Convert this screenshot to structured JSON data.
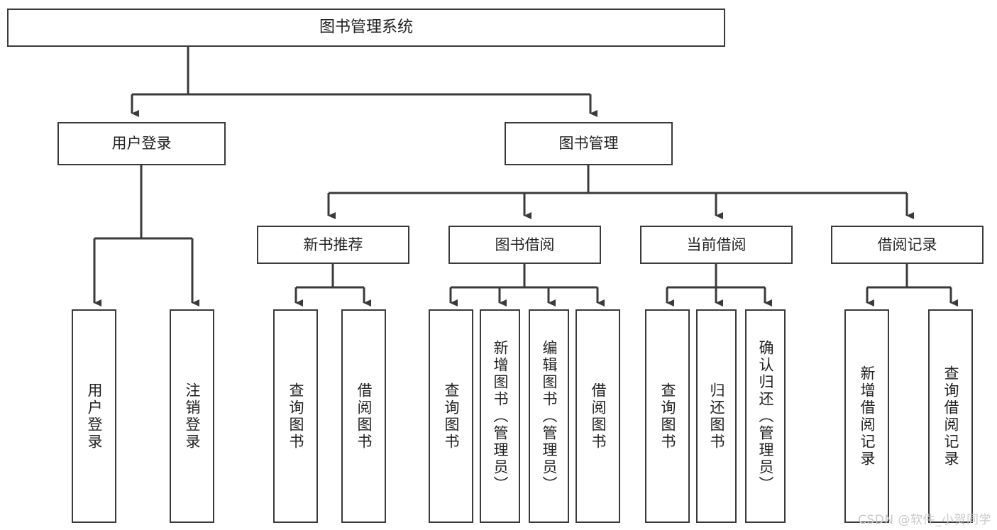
{
  "diagram": {
    "type": "tree-hierarchy-chart",
    "title": "图书管理系统",
    "root": {
      "label": "图书管理系统"
    },
    "level2": [
      {
        "id": "user-login",
        "label": "用户登录"
      },
      {
        "id": "book-management",
        "label": "图书管理"
      }
    ],
    "level3": [
      {
        "id": "new-book-recommend",
        "label": "新书推荐",
        "parent": "book-management"
      },
      {
        "id": "book-borrow",
        "label": "图书借阅",
        "parent": "book-management"
      },
      {
        "id": "current-borrow",
        "label": "当前借阅",
        "parent": "book-management"
      },
      {
        "id": "borrow-record",
        "label": "借阅记录",
        "parent": "book-management"
      }
    ],
    "leaves": [
      {
        "id": "leaf-user-login",
        "label": "用户登录",
        "parent": "user-login"
      },
      {
        "id": "leaf-user-logout",
        "label": "注销登录",
        "parent": "user-login"
      },
      {
        "id": "leaf-query-book-1",
        "label": "查询图书",
        "parent": "new-book-recommend"
      },
      {
        "id": "leaf-borrow-book-1",
        "label": "借阅图书",
        "parent": "new-book-recommend"
      },
      {
        "id": "leaf-query-book-2",
        "label": "查询图书",
        "parent": "book-borrow"
      },
      {
        "id": "leaf-add-book",
        "label": "新增图书（管理员）",
        "parent": "book-borrow"
      },
      {
        "id": "leaf-edit-book",
        "label": "编辑图书（管理员）",
        "parent": "book-borrow"
      },
      {
        "id": "leaf-borrow-book-2",
        "label": "借阅图书",
        "parent": "book-borrow"
      },
      {
        "id": "leaf-query-book-3",
        "label": "查询图书",
        "parent": "current-borrow"
      },
      {
        "id": "leaf-return-book",
        "label": "归还图书",
        "parent": "current-borrow"
      },
      {
        "id": "leaf-confirm-return",
        "label": "确认归还（管理员）",
        "parent": "current-borrow"
      },
      {
        "id": "leaf-add-record",
        "label": "新增借阅记录",
        "parent": "borrow-record"
      },
      {
        "id": "leaf-query-record",
        "label": "查询借阅记录",
        "parent": "borrow-record"
      }
    ],
    "colors": {
      "box_border": "#3a3a3a",
      "box_fill": "#ffffff",
      "line": "#3a3a3a",
      "text": "#222222",
      "watermark": "#c9c9c9",
      "background": "#ffffff"
    }
  },
  "watermark": {
    "text": "CSDN @软件_小贺同学"
  }
}
